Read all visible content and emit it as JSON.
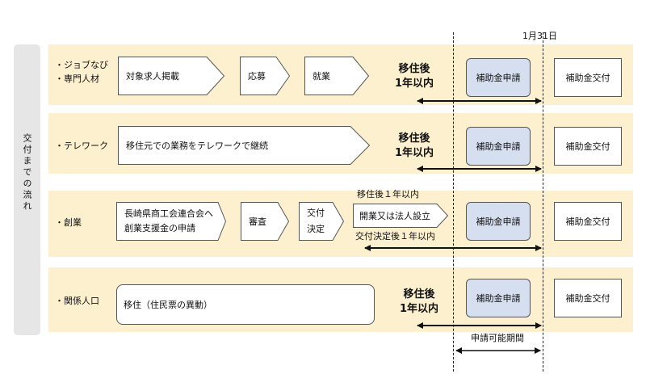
{
  "side_label": "交付までの流れ",
  "deadline": "1月31日",
  "apply_period_label": "申請可能期間",
  "rows": [
    {
      "category_lines": [
        "・ジョブなび",
        "・専門人材"
      ],
      "steps": [
        "対象求人掲載",
        "応募",
        "就業"
      ],
      "within": [
        "移住後",
        "1年以内"
      ],
      "apply": "補助金申請",
      "grant": "補助金交付"
    },
    {
      "category": "・テレワーク",
      "steps": [
        "移住元での業務をテレワークで継続"
      ],
      "within": [
        "移住後",
        "1年以内"
      ],
      "apply": "補助金申請",
      "grant": "補助金交付"
    },
    {
      "category": "・創業",
      "step1_lines": [
        "長崎県商工会連合会へ",
        "創業支援金の申請"
      ],
      "step2": "審査",
      "step3_lines": [
        "交付",
        "決定"
      ],
      "step4": "開業又は法人設立",
      "note_top": "移住後１年以内",
      "note_bottom": "交付決定後１年以内",
      "apply": "補助金申請",
      "grant": "補助金交付"
    },
    {
      "category": "・関係人口",
      "step": "移住（住民票の異動）",
      "within": [
        "移住後",
        "1年以内"
      ],
      "apply": "補助金申請",
      "grant": "補助金交付"
    }
  ]
}
